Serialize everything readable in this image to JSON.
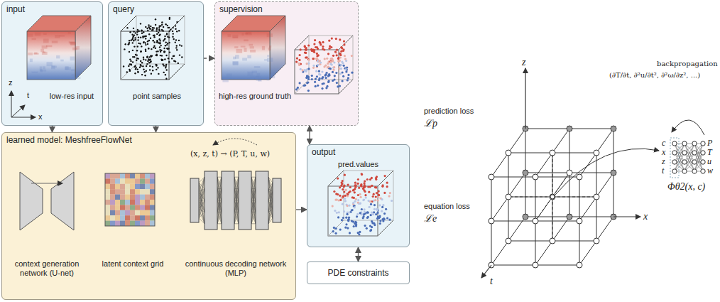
{
  "diagram": {
    "nodes": [
      {
        "text": [
          "input",
          "low-res input"
        ]
      },
      {
        "text": [
          "query",
          "point samples"
        ]
      },
      {
        "text": [
          "supervision",
          "high-res ground truth"
        ]
      },
      {
        "text": [
          "learned model: MeshfreeFlowNet"
        ]
      },
      {
        "text": [
          "context generation network (U-net)"
        ],
        "in": 3
      },
      {
        "text": [
          "latent context grid"
        ],
        "in": 3
      },
      {
        "text": [
          "continuous decoding network (MLP)"
        ],
        "in": 3
      },
      {
        "text": [
          "output",
          "pred.values"
        ]
      },
      {
        "text": [
          "PDE constraints"
        ]
      }
    ],
    "edges": [
      {
        "from": 0,
        "to": 3,
        "arrow": "to"
      },
      {
        "from": 1,
        "to": 3,
        "arrow": "to"
      },
      {
        "from": 1,
        "to": 2,
        "arrow": "to"
      },
      {
        "from": 3,
        "to": 7,
        "arrow": "to"
      },
      {
        "from": 2,
        "to": 7,
        "arrow": "both"
      },
      {
        "from": 7,
        "to": 8,
        "arrow": "both"
      }
    ],
    "labels": [
      "z",
      "t",
      "x",
      "(x, z, t) → (P, T, u, w)",
      "prediction loss",
      "ℒp",
      "equation loss",
      "ℒe",
      "z",
      "x",
      "t",
      "backpropagation",
      "(∂T/∂t, ∂²u/∂t², ∂²ω/∂z², ...)",
      "c",
      "x",
      "z",
      "t",
      "P",
      "T",
      "u",
      "w",
      "Φθ2(x, c)"
    ]
  }
}
